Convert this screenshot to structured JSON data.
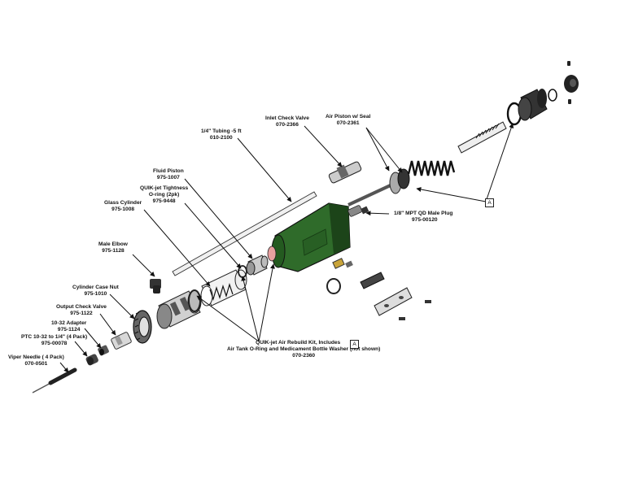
{
  "callout_box": "A",
  "labels": {
    "inlet_check_valve": {
      "name": "Inlet Check Valve",
      "pn": "070-2366"
    },
    "air_piston": {
      "name": "Air Piston w/ Seal",
      "pn": "070-2361"
    },
    "tubing": {
      "name": "1/4\" Tubing -5 ft",
      "pn": "010-2100"
    },
    "fluid_piston": {
      "name": "Fluid Piston",
      "pn": "975-1007"
    },
    "oring": {
      "name": "QUIK-jet Tightness",
      "name2": "O-ring (2pk)",
      "pn": "975-9448"
    },
    "glass_cylinder": {
      "name": "Glass Cylinder",
      "pn": "975-1008"
    },
    "male_elbow": {
      "name": "Male Elbow",
      "pn": "975-1128"
    },
    "case_nut": {
      "name": "Cylinder Case Nut",
      "pn": "975-1010"
    },
    "output_valve": {
      "name": "Output Check Valve",
      "pn": "975-1122"
    },
    "adapter": {
      "name": "10-32 Adapter",
      "pn": "975-1124"
    },
    "ptc": {
      "name": "PTC 10-32 to 1/4\" (4 Pack)",
      "pn": "975-00078"
    },
    "needle": {
      "name": "Viper Needle ( 4 Pack)",
      "pn": "070-0501"
    },
    "qd_plug": {
      "name": "1/8\" MPT QD Male Plug",
      "pn": "975-00120"
    },
    "kit": {
      "name": "QUIK-jet Air Rebuild Kit, Includes",
      "line2": "Air Tank O-Ring and Medicament Bottle Washer (not shown)",
      "pn": "070-2360"
    }
  },
  "colors": {
    "housing": "#2f6b2a",
    "housing_dark": "#1c4419",
    "seal": "#e8a0a0",
    "brass": "#c9a43a",
    "line": "#111111"
  }
}
